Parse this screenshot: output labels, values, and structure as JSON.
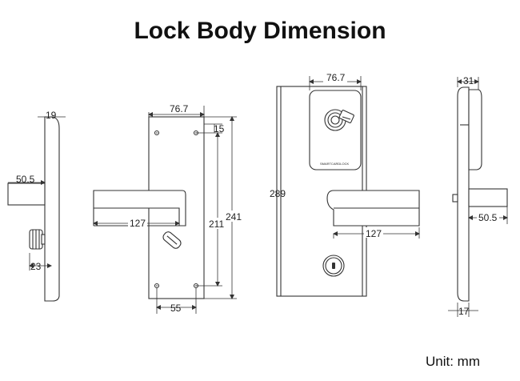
{
  "title": "Lock Body Dimension",
  "unit_label": "Unit: mm",
  "brand_text": "SMARTCARDLOCK",
  "dimensions": {
    "side_left_thickness": "19",
    "side_left_handle": "50.5",
    "side_left_knob": "23",
    "back_width": "76.7",
    "back_top_offset": "15",
    "back_hole_spacing": "211",
    "back_height": "241",
    "back_lever": "127",
    "back_bottom_spacing": "55",
    "front_width": "76.7",
    "front_height": "289",
    "front_lever": "127",
    "side_right_thickness": "31",
    "side_right_handle": "50.5",
    "side_right_bottom": "17"
  },
  "colors": {
    "line": "#333333",
    "text": "#111111",
    "background": "#ffffff"
  }
}
